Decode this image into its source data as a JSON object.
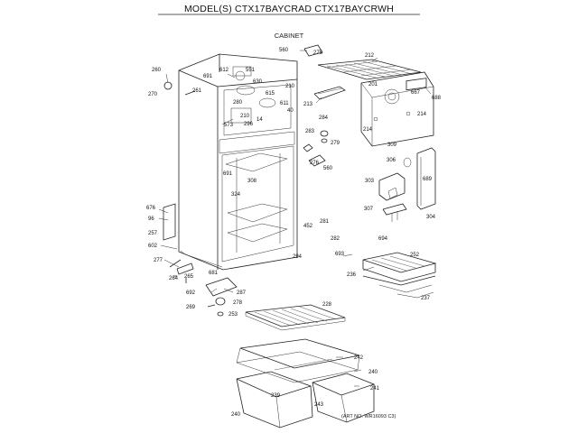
{
  "header": {
    "model_title": "MODEL(S) CTX17BAYCRAD  CTX17BAYCRWH",
    "section": "CABINET"
  },
  "footer": {
    "art_no": "(ART NO. WR16093 C3)"
  },
  "part_labels": {
    "p560a": "560",
    "p275": "275",
    "p212": "212",
    "p201": "201",
    "p667": "667",
    "p688": "688",
    "p213": "213",
    "p214a": "214",
    "p214b": "214",
    "p284": "284",
    "p279": "279",
    "p283": "283",
    "p276": "276",
    "p560b": "560",
    "p309": "309",
    "p306": "306",
    "p303": "303",
    "p689": "689",
    "p307": "307",
    "p304": "304",
    "p260": "260",
    "p270": "270",
    "p261": "261",
    "p612": "612",
    "p551": "551",
    "p691a": "691",
    "p630": "630",
    "p210a": "210",
    "p615": "615",
    "p611": "611",
    "p280": "280",
    "p40": "40",
    "p210b": "210",
    "p14": "14",
    "p573": "573",
    "p296": "296",
    "p691b": "691",
    "p308": "308",
    "p324": "324",
    "p676": "676",
    "p96": "96",
    "p257": "257",
    "p602": "602",
    "p277": "277",
    "p264": "264",
    "p265": "265",
    "p681": "681",
    "p452": "452",
    "p281": "281",
    "p282": "282",
    "p294": "294",
    "p693": "693",
    "p694": "694",
    "p252": "252",
    "p236": "236",
    "p237": "237",
    "p692": "692",
    "p287": "287",
    "p278": "278",
    "p269": "269",
    "p253": "253",
    "p228": "228",
    "p242": "242",
    "p240a": "240",
    "p241": "241",
    "p239": "239",
    "p240b": "240",
    "p243": "243"
  }
}
